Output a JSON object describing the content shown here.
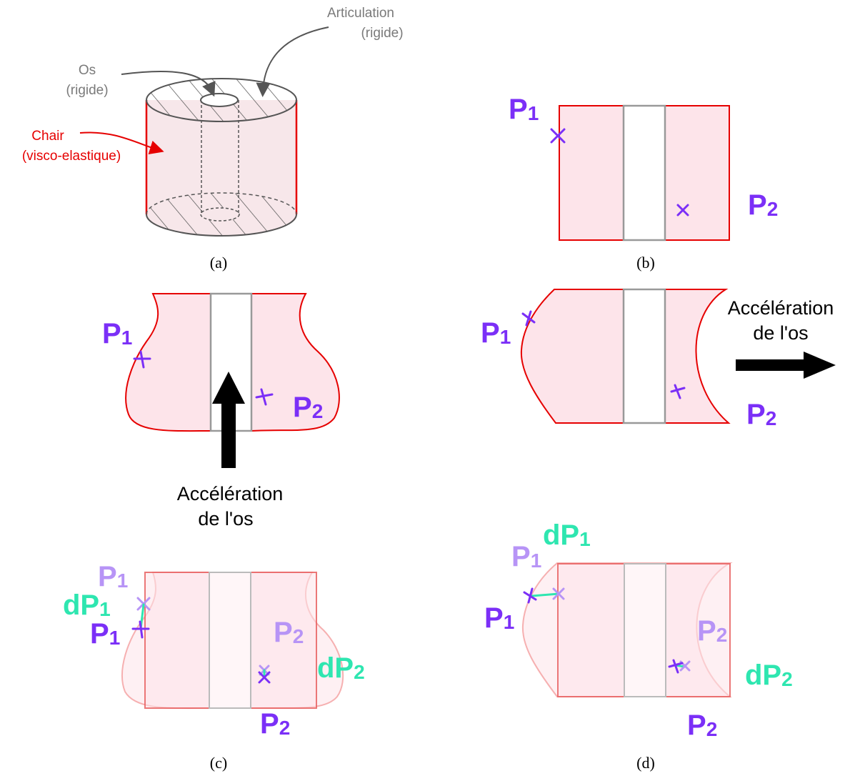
{
  "panel_a": {
    "label_articulation": "Articulation",
    "label_articulation_sub": "(rigide)",
    "label_os": "Os",
    "label_os_sub": "(rigide)",
    "label_chair": "Chair",
    "label_chair_sub": "(visco-elastique)",
    "caption": "(a)"
  },
  "panel_b": {
    "p1_main": "P",
    "p1_sub": "1",
    "p2_main": "P",
    "p2_sub": "2",
    "caption": "(b)"
  },
  "panel_vertical": {
    "p1_main": "P",
    "p1_sub": "1",
    "p2_main": "P",
    "p2_sub": "2",
    "accel_line1": "Accélération",
    "accel_line2": "de l'os"
  },
  "panel_horizontal": {
    "p1_main": "P",
    "p1_sub": "1",
    "p2_main": "P",
    "p2_sub": "2",
    "accel_line1": "Accélération",
    "accel_line2": "de l'os"
  },
  "panel_c": {
    "p1_ghost_main": "P",
    "p1_ghost_sub": "1",
    "dp1_main": "dP",
    "dp1_sub": "1",
    "p1_main": "P",
    "p1_sub": "1",
    "p2_ghost_main": "P",
    "p2_ghost_sub": "2",
    "dp2_main": "dP",
    "dp2_sub": "2",
    "p2_main": "P",
    "p2_sub": "2",
    "caption": "(c)"
  },
  "panel_d": {
    "dp1_main": "dP",
    "dp1_sub": "1",
    "p1_ghost_main": "P",
    "p1_ghost_sub": "1",
    "p1_main": "P",
    "p1_sub": "1",
    "p2_ghost_main": "P",
    "p2_ghost_sub": "2",
    "dp2_main": "dP",
    "dp2_sub": "2",
    "p2_main": "P",
    "p2_sub": "2",
    "caption": "(d)"
  },
  "colors": {
    "flesh_fill": "#fde4ea",
    "flesh_stroke": "#e60000",
    "point": "#7b2ff7",
    "point_ghost": "#b794f6",
    "displacement": "#2ee6b0",
    "bone_stroke": "#999999",
    "annotation_gray": "#7a7a7a",
    "annotation_red": "#e60000"
  }
}
